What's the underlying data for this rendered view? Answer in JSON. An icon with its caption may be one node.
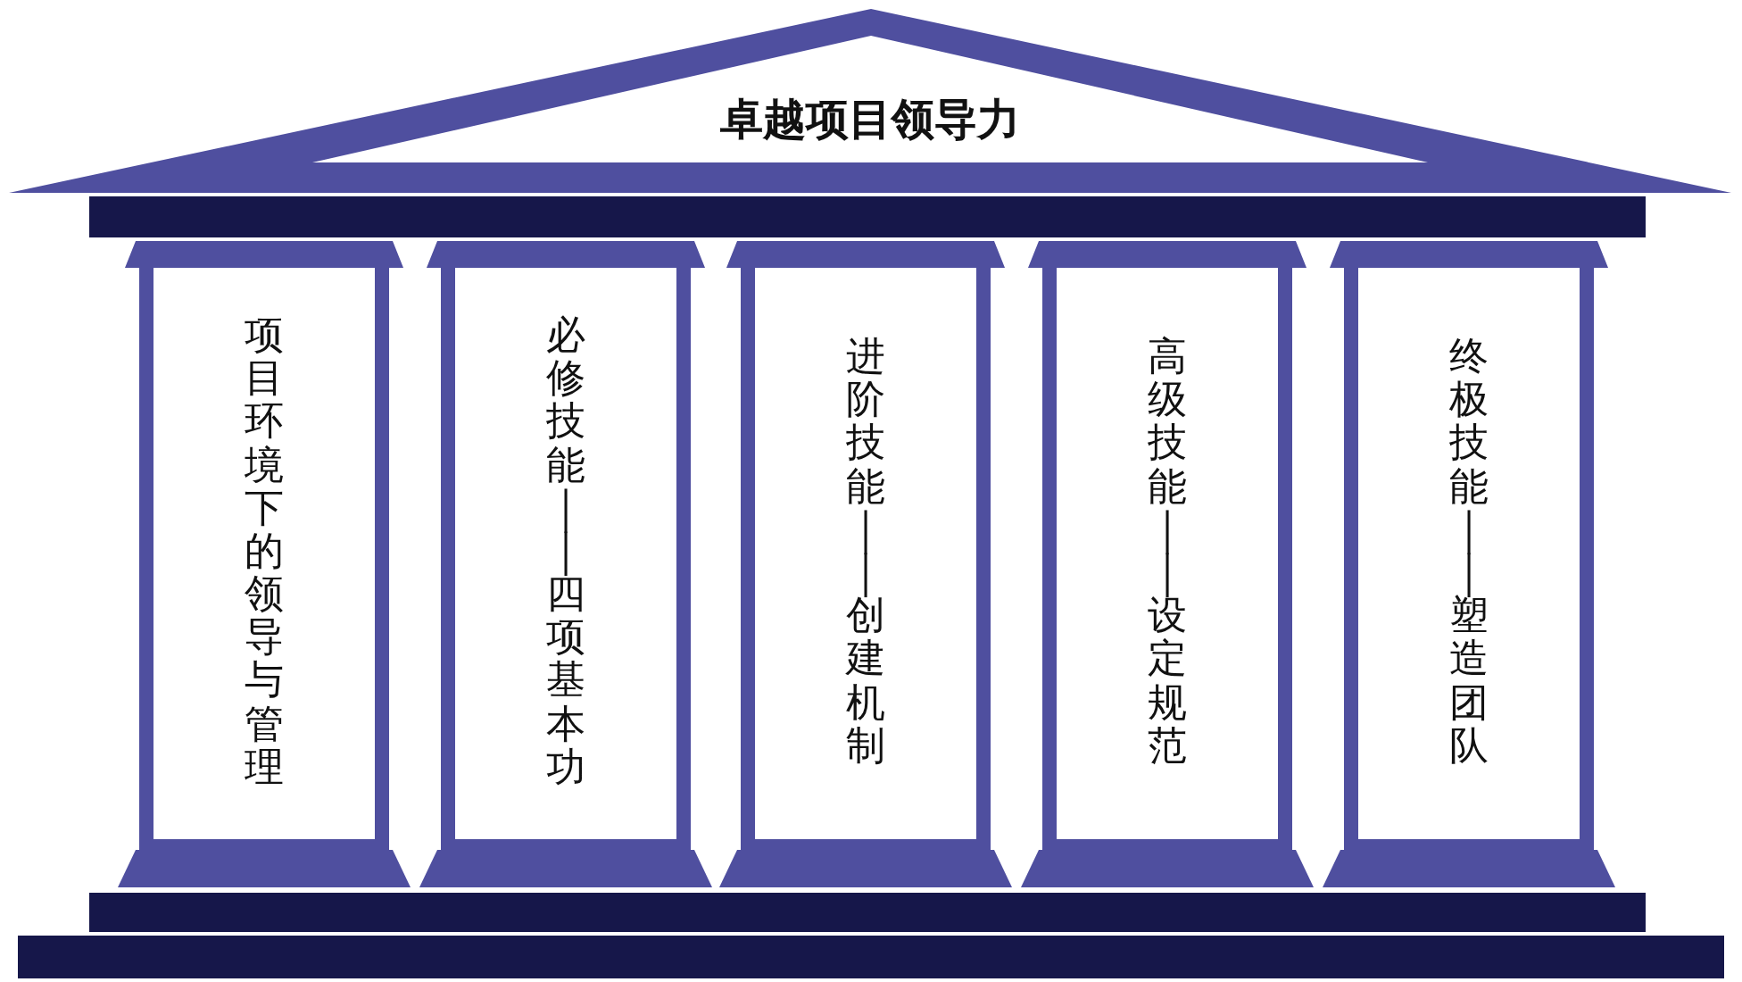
{
  "diagram": {
    "nodes": [
      {
        "text": [
          "卓越项目领导力"
        ]
      },
      {
        "text": [
          "项目环境下的领导与管理"
        ]
      },
      {
        "text": [
          "必修技能——四项基本功"
        ]
      },
      {
        "text": [
          "进阶技能——创建机制"
        ]
      },
      {
        "text": [
          "高级技能——设定规范"
        ]
      },
      {
        "text": [
          "终极技能——塑造团队"
        ]
      }
    ]
  }
}
